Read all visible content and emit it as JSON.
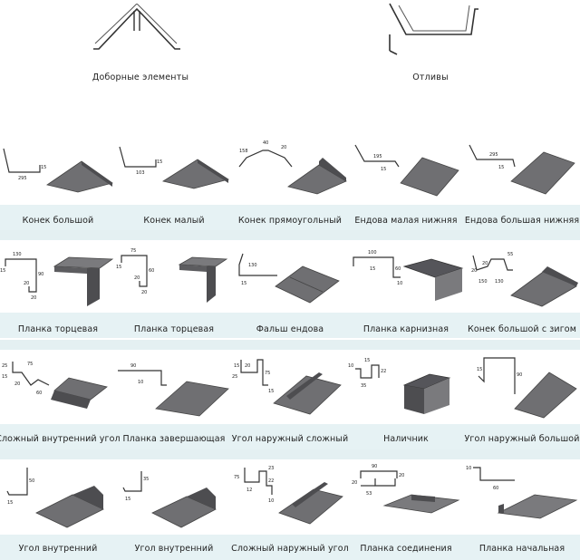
{
  "top": [
    {
      "label": "Доборные элементы",
      "icon": "trim-elements-icon"
    },
    {
      "label": "Отливы",
      "icon": "drip-edge-icon"
    }
  ],
  "rows": [
    [
      {
        "label": "Конек большой",
        "dims": [
          "15",
          "295"
        ]
      },
      {
        "label": "Конек малый",
        "dims": [
          "15",
          "103"
        ]
      },
      {
        "label": "Конек прямоугольный",
        "dims": [
          "40",
          "158",
          "20"
        ]
      },
      {
        "label": "Ендова малая нижняя",
        "dims": [
          "195",
          "15"
        ]
      },
      {
        "label": "Ендова большая нижняя",
        "dims": [
          "295",
          "15"
        ]
      }
    ],
    [
      {
        "label": "Планка торцевая",
        "dims": [
          "130",
          "90",
          "15",
          "20",
          "20"
        ]
      },
      {
        "label": "Планка торцевая",
        "dims": [
          "75",
          "60",
          "15",
          "20",
          "20"
        ]
      },
      {
        "label": "Фальш ендова",
        "dims": [
          "130",
          "15"
        ]
      },
      {
        "label": "Планка карнизная",
        "dims": [
          "100",
          "60",
          "15",
          "10"
        ]
      },
      {
        "label": "Конек большой с зигом",
        "dims": [
          "20",
          "55",
          "150",
          "130",
          "20"
        ]
      }
    ],
    [
      {
        "label": "Сложный внутренний угол",
        "dims": [
          "25",
          "15",
          "75",
          "20",
          "60"
        ]
      },
      {
        "label": "Планка завершающая",
        "dims": [
          "90",
          "10"
        ]
      },
      {
        "label": "Угол наружный сложный",
        "dims": [
          "15",
          "75",
          "20",
          "25",
          "15"
        ]
      },
      {
        "label": "Наличник",
        "dims": [
          "10",
          "22",
          "35",
          "15"
        ]
      },
      {
        "label": "Угол наружный большой",
        "dims": [
          "15",
          "90"
        ]
      }
    ],
    [
      {
        "label": "Угол внутренний",
        "dims": [
          "50",
          "15"
        ]
      },
      {
        "label": "Угол внутренний",
        "dims": [
          "35",
          "15"
        ]
      },
      {
        "label": "Сложный наружный угол",
        "dims": [
          "75",
          "22",
          "12",
          "23",
          "10"
        ]
      },
      {
        "label": "Планка соединения",
        "dims": [
          "90",
          "20",
          "20",
          "53"
        ]
      },
      {
        "label": "Планка начальная",
        "dims": [
          "10",
          "60"
        ]
      }
    ]
  ]
}
